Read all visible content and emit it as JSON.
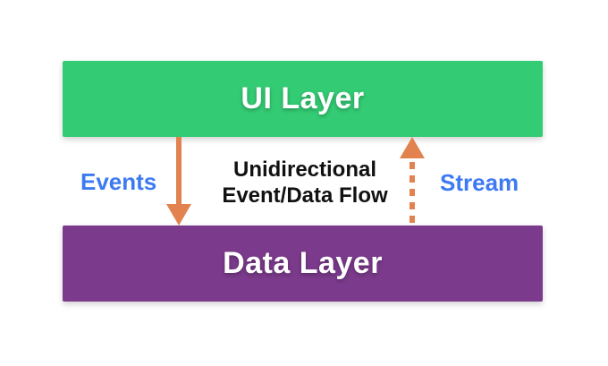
{
  "diagram": {
    "flow_label": {
      "line1": "Unidirectional",
      "line2": "Event/Data Flow"
    },
    "ui_layer": {
      "label": "UI Layer",
      "color": "#33cb73"
    },
    "data_layer": {
      "label": "Data Layer",
      "color": "#7b3a8b"
    },
    "events_arrow": {
      "label": "Events",
      "style": "solid",
      "direction": "down"
    },
    "stream_arrow": {
      "label": "Stream",
      "style": "dashed",
      "direction": "up"
    },
    "colors": {
      "arrow": "#e2824e",
      "arrow_label": "#3d7af2",
      "flow_text": "#111111",
      "box_text": "#ffffff",
      "background": "#ffffff"
    }
  }
}
